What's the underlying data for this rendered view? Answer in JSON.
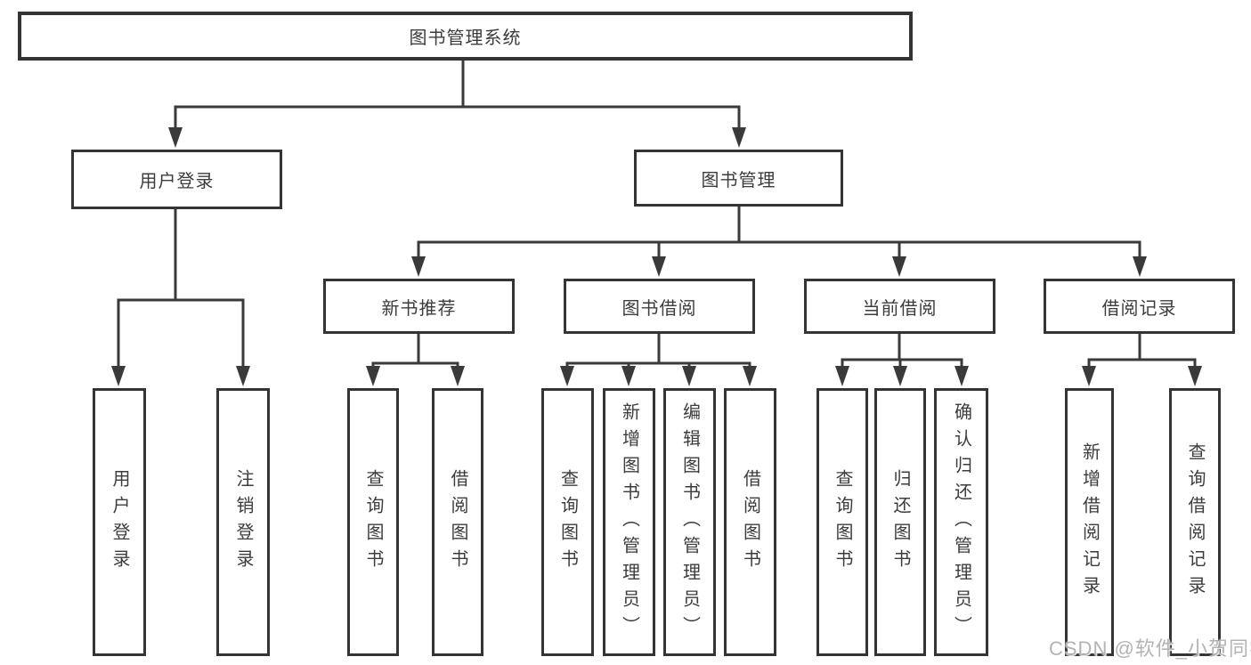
{
  "diagram": {
    "title": "图书管理系统",
    "branches": {
      "user_login": {
        "label": "用户登录",
        "children": {
          "login": "用户登录",
          "logout": "注销登录"
        }
      },
      "book_manage": {
        "label": "图书管理",
        "sections": {
          "new_book": {
            "label": "新书推荐",
            "children": {
              "query": "查询图书",
              "borrow": "借阅图书"
            }
          },
          "book_borrow": {
            "label": "图书借阅",
            "children": {
              "query": "查询图书",
              "add": "新增图书（管理员）",
              "edit": "编辑图书（管理员）",
              "borrow": "借阅图书"
            }
          },
          "current_borrow": {
            "label": "当前借阅",
            "children": {
              "query": "查询图书",
              "return": "归还图书",
              "confirm": "确认归还（管理员）"
            }
          },
          "borrow_record": {
            "label": "借阅记录",
            "children": {
              "add": "新增借阅记录",
              "query": "查询借阅记录"
            }
          }
        }
      }
    },
    "colors": {
      "line": "#3a3a3a",
      "box_border": "#343434",
      "text": "#3c3c3c",
      "background": "#ffffff"
    }
  },
  "watermark": {
    "text": "CSDN @软件_小贺同学",
    "color": "#b3b3b3"
  }
}
